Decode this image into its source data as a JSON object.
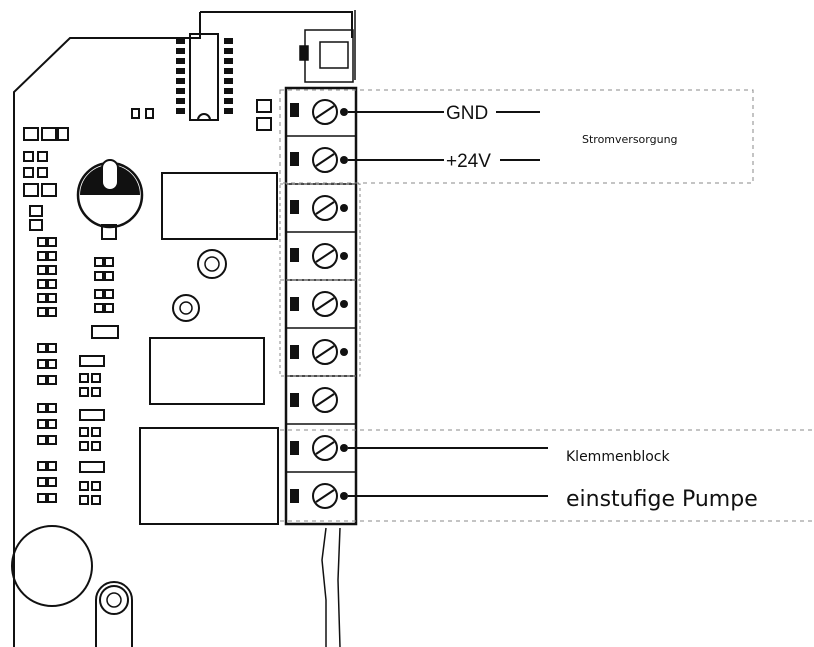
{
  "labels": {
    "gnd": "GND",
    "v24": "+24V",
    "power_supply": "Stromversorgung",
    "terminal_block": "Klemmenblock",
    "pump": "einstufige Pumpe"
  }
}
